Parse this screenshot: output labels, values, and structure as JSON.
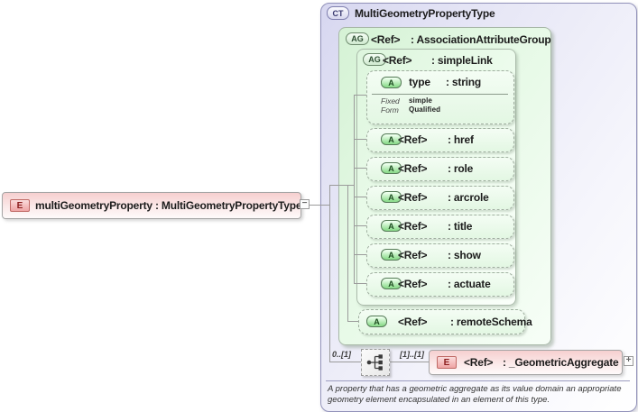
{
  "root_element": {
    "badge": "E",
    "label": "multiGeometryProperty : MultiGeometryPropertyType",
    "collapse_glyph": "−"
  },
  "complex_type": {
    "badge": "CT",
    "title": "MultiGeometryPropertyType",
    "association_attribute_group": {
      "badge": "AG",
      "ref": "<Ref>",
      "type_label": ": AssociationAttributeGroup"
    },
    "simple_link": {
      "badge": "AG",
      "ref": "<Ref>",
      "type_label": ": simpleLink"
    },
    "type_attribute": {
      "badge": "A",
      "name": "type",
      "type_label": ": string",
      "facets": [
        {
          "key": "Fixed",
          "value": "simple"
        },
        {
          "key": "Form",
          "value": "Qualified"
        }
      ]
    },
    "attributes": [
      {
        "badge": "A",
        "ref": "<Ref>",
        "type_label": ": href"
      },
      {
        "badge": "A",
        "ref": "<Ref>",
        "type_label": ": role"
      },
      {
        "badge": "A",
        "ref": "<Ref>",
        "type_label": ": arcrole"
      },
      {
        "badge": "A",
        "ref": "<Ref>",
        "type_label": ": title"
      },
      {
        "badge": "A",
        "ref": "<Ref>",
        "type_label": ": show"
      },
      {
        "badge": "A",
        "ref": "<Ref>",
        "type_label": ": actuate"
      }
    ],
    "remote_schema": {
      "badge": "A",
      "ref": "<Ref>",
      "type_label": ": remoteSchema"
    },
    "content_model": {
      "cardinality_left": "0..[1]",
      "cardinality_right": "[1]..[1]",
      "compositor": "sequence",
      "child_element": {
        "badge": "E",
        "ref": "<Ref>",
        "type_label": ": _GeometricAggregate",
        "expand_glyph": "+"
      }
    },
    "annotation": "A property that has a geometric aggregate as its value domain an appropriate geometry element encapsulated in an element of this type."
  },
  "colors": {
    "element_pink": "#f6cfcf",
    "complex_type_lavender": "#d7d7f0",
    "attribute_group_green": "#d5f2d5",
    "attribute_badge_green": "#8edc8e",
    "connector_gray": "#9b9b9b"
  }
}
